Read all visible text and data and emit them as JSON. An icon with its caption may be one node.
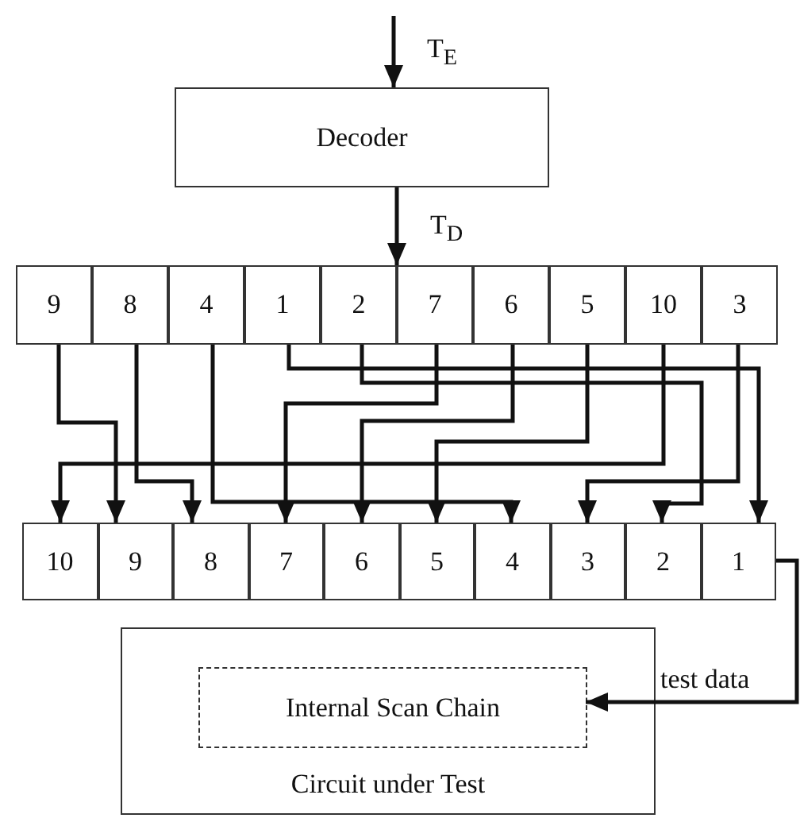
{
  "diagram": {
    "nodes": [
      {
        "text": [
          "Decoder"
        ]
      },
      {
        "text": [
          "9"
        ]
      },
      {
        "text": [
          "8"
        ]
      },
      {
        "text": [
          "4"
        ]
      },
      {
        "text": [
          "1"
        ]
      },
      {
        "text": [
          "2"
        ]
      },
      {
        "text": [
          "7"
        ]
      },
      {
        "text": [
          "6"
        ]
      },
      {
        "text": [
          "5"
        ]
      },
      {
        "text": [
          "10"
        ]
      },
      {
        "text": [
          "3"
        ]
      },
      {
        "text": [
          "10"
        ]
      },
      {
        "text": [
          "9"
        ]
      },
      {
        "text": [
          "8"
        ]
      },
      {
        "text": [
          "7"
        ]
      },
      {
        "text": [
          "6"
        ]
      },
      {
        "text": [
          "5"
        ]
      },
      {
        "text": [
          "4"
        ]
      },
      {
        "text": [
          "3"
        ]
      },
      {
        "text": [
          "2"
        ]
      },
      {
        "text": [
          "1"
        ]
      },
      {
        "text": [
          "Circuit under Test"
        ]
      },
      {
        "text": [
          "Internal Scan Chain"
        ],
        "in": 21
      }
    ],
    "edges": [
      {
        "from": null,
        "to": 0,
        "arrow": "to",
        "label": "T$_{E}$"
      },
      {
        "from": 0,
        "to": 5,
        "arrow": "to",
        "label": "T$_{D}$"
      },
      {
        "from": 1,
        "to": 12,
        "arrow": "to"
      },
      {
        "from": 2,
        "to": 13,
        "arrow": "to"
      },
      {
        "from": 3,
        "to": 17,
        "arrow": "to"
      },
      {
        "from": 4,
        "to": 20,
        "arrow": "to"
      },
      {
        "from": 5,
        "to": 19,
        "arrow": "to"
      },
      {
        "from": 6,
        "to": 14,
        "arrow": "to"
      },
      {
        "from": 7,
        "to": 15,
        "arrow": "to"
      },
      {
        "from": 8,
        "to": 16,
        "arrow": "to"
      },
      {
        "from": 9,
        "to": 11,
        "arrow": "to"
      },
      {
        "from": 10,
        "to": 18,
        "arrow": "to"
      },
      {
        "from": 20,
        "to": 22,
        "arrow": "to",
        "label": "test data"
      }
    ]
  }
}
